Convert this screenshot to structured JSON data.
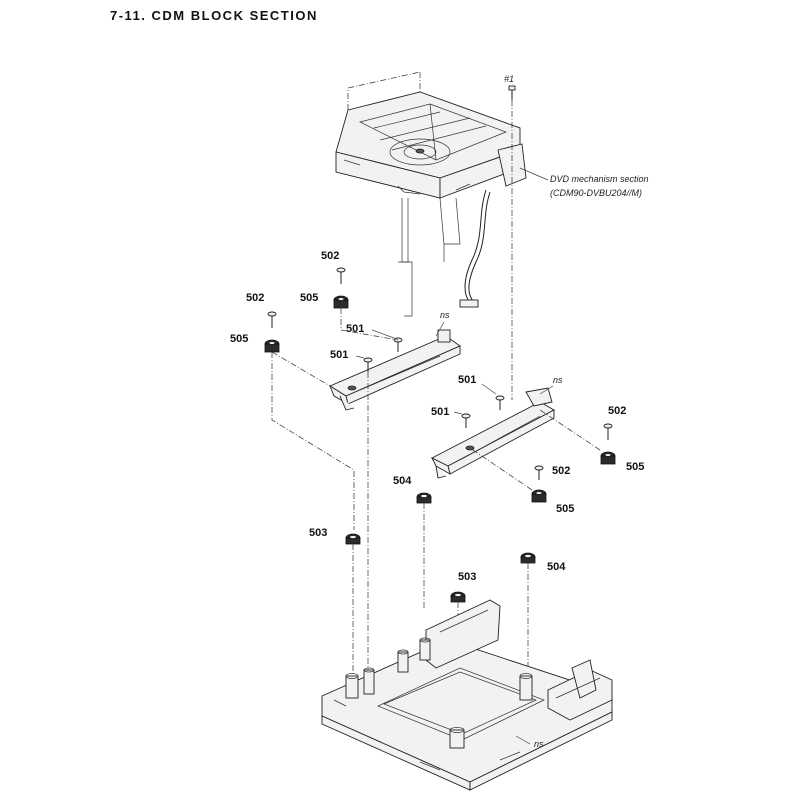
{
  "section_title": "7-11.  CDM  BLOCK  SECTION",
  "mechanism": {
    "screw_ref": "#1",
    "caption_line1": "DVD mechanism section",
    "caption_line2": "(CDM90-DVBU204//M)"
  },
  "part_labels": {
    "p501_a": "501",
    "p501_b": "501",
    "p501_c": "501",
    "p501_d": "501",
    "p502_a": "502",
    "p502_b": "502",
    "p502_c": "502",
    "p502_d": "502",
    "p503_a": "503",
    "p503_b": "503",
    "p504_a": "504",
    "p504_b": "504",
    "p505_a": "505",
    "p505_b": "505",
    "p505_c": "505",
    "p505_d": "505"
  },
  "ns_labels": {
    "ns_left_bracket": "ns",
    "ns_right_bracket": "ns",
    "ns_chassis": "ns"
  }
}
